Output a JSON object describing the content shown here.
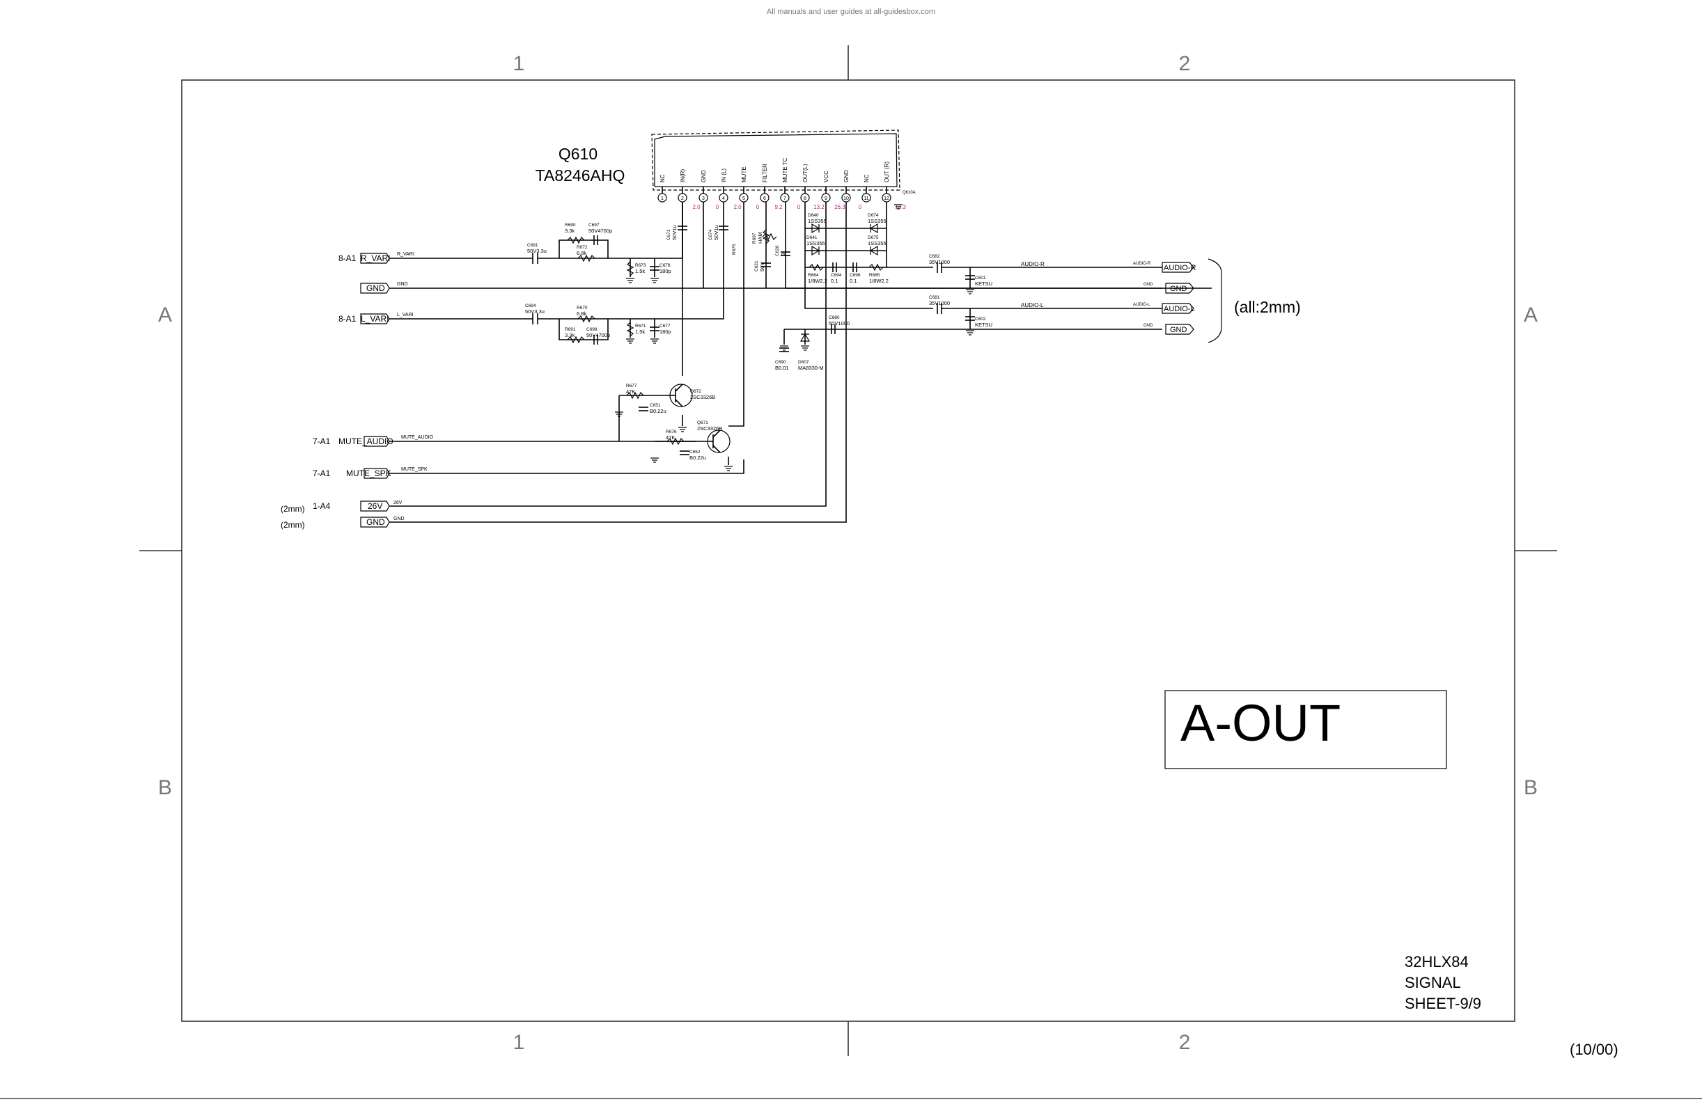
{
  "watermark": "All manuals and user guides at all-guidesbox.com",
  "grid": {
    "columns": [
      "1",
      "2"
    ],
    "rows": [
      "A",
      "B"
    ]
  },
  "ic": {
    "ref": "Q610",
    "part": "TA8246AHQ",
    "pins": [
      {
        "num": "1",
        "name": "NC",
        "volt": ""
      },
      {
        "num": "2",
        "name": "IN(R)",
        "volt": "2.0"
      },
      {
        "num": "3",
        "name": "GND",
        "volt": "0"
      },
      {
        "num": "4",
        "name": "IN (L)",
        "volt": "2.0"
      },
      {
        "num": "5",
        "name": "MUTE",
        "volt": "0"
      },
      {
        "num": "6",
        "name": "FILTER",
        "volt": "9.2"
      },
      {
        "num": "7",
        "name": "MUTE TC",
        "volt": "0"
      },
      {
        "num": "8",
        "name": "OUT(L)",
        "volt": "13.2"
      },
      {
        "num": "9",
        "name": "VCC",
        "volt": "26.3"
      },
      {
        "num": "10",
        "name": "GND",
        "volt": "0"
      },
      {
        "num": "11",
        "name": "NC",
        "volt": ""
      },
      {
        "num": "12",
        "name": "OUT (R)",
        "volt": "13.3"
      }
    ],
    "pin_aux": "Q610A"
  },
  "connectors": {
    "r_vari": {
      "ref": "8-A1",
      "label": "R_VARI",
      "net": "R_VARI"
    },
    "gnd1": {
      "label": "GND",
      "net": "GND"
    },
    "l_vari": {
      "ref": "8-A1",
      "label": "L_VARI",
      "net": "L_VARI"
    },
    "mute_audio": {
      "ref": "7-A1",
      "label": "MUTE_AUDIO",
      "net": "MUTE_AUDIO"
    },
    "mute_spk": {
      "ref": "7-A1",
      "label": "MUTE_SPK",
      "net": "MUTE_SPK"
    },
    "v26": {
      "size": "(2mm)",
      "ref": "1-A4",
      "label": "26V",
      "net": "26V"
    },
    "gnd2": {
      "size": "(2mm)",
      "label": "GND",
      "net": "GND"
    },
    "audio_r": {
      "label": "AUDIO-R",
      "net": "AUDIO-R"
    },
    "gnd_r": {
      "label": "GND",
      "net": "GND"
    },
    "audio_l": {
      "label": "AUDIO-L",
      "net": "AUDIO-L"
    },
    "gnd_l": {
      "label": "GND",
      "net": "GND"
    },
    "out_note": "(all:2mm)"
  },
  "components": {
    "c691": {
      "ref": "C691",
      "val": "50V3.3u"
    },
    "c694": {
      "ref": "C694",
      "val": "50V3.3u"
    },
    "r690": {
      "ref": "R690",
      "val": "3.3k"
    },
    "c697": {
      "ref": "C697",
      "val": "50V4700p"
    },
    "r672": {
      "ref": "R672",
      "val": "6.8k"
    },
    "r670": {
      "ref": "R670",
      "val": "6.8k"
    },
    "r691": {
      "ref": "R691",
      "val": "3.3k"
    },
    "c698": {
      "ref": "C698",
      "val": "50V4700p"
    },
    "r673": {
      "ref": "R673",
      "val": "1.5k"
    },
    "c678": {
      "ref": "C678",
      "val": "180p"
    },
    "r671": {
      "ref": "R671",
      "val": "1.5k"
    },
    "c677": {
      "ref": "C677",
      "val": "180p"
    },
    "c671": {
      "ref": "C671",
      "val": "50V1u"
    },
    "c674": {
      "ref": "C674",
      "val": "50V1u"
    },
    "r675": {
      "ref": "R675",
      "val": ""
    },
    "r697": {
      "ref": "R697",
      "val": "HAM"
    },
    "c621": {
      "ref": "C621",
      "val": "50V"
    },
    "c620": {
      "ref": "C620",
      "val": "B"
    },
    "d640": {
      "ref": "D640",
      "val": "1SS355"
    },
    "d641": {
      "ref": "D641",
      "val": "1SS355"
    },
    "d674": {
      "ref": "D674",
      "val": "1SS355"
    },
    "d675": {
      "ref": "D675",
      "val": "1SS355"
    },
    "r684": {
      "ref": "R684",
      "val": "1/8W2.2"
    },
    "c694b": {
      "ref": "C694",
      "val": "0.1"
    },
    "c696": {
      "ref": "C696",
      "val": "0.1"
    },
    "r685": {
      "ref": "R685",
      "val": "1/8W2.2"
    },
    "c682": {
      "ref": "C682",
      "val": "35V1000"
    },
    "c681": {
      "ref": "C681",
      "val": "35V1000"
    },
    "c601": {
      "ref": "C601",
      "val": "KETSU"
    },
    "c602": {
      "ref": "C602",
      "val": "KETSU"
    },
    "c680": {
      "ref": "C680",
      "val": "50V1000"
    },
    "c690": {
      "ref": "C690",
      "val": "B0.01"
    },
    "d607": {
      "ref": "D607",
      "val": "MA8330-M"
    },
    "r677": {
      "ref": "R677",
      "val": "47K"
    },
    "r676": {
      "ref": "R676",
      "val": "47K"
    },
    "q672": {
      "ref": "Q672",
      "val": "2SC3326B"
    },
    "q671": {
      "ref": "Q671",
      "val": "2SC3326B"
    },
    "c651": {
      "ref": "C651",
      "val": "B0.22u"
    },
    "c652": {
      "ref": "C652",
      "val": "B0.22u"
    }
  },
  "title_box": {
    "title": "A-OUT"
  },
  "title_block": {
    "model": "32HLX84",
    "section": "SIGNAL",
    "sheet": "SHEET-9/9",
    "date": "(10/00)"
  }
}
